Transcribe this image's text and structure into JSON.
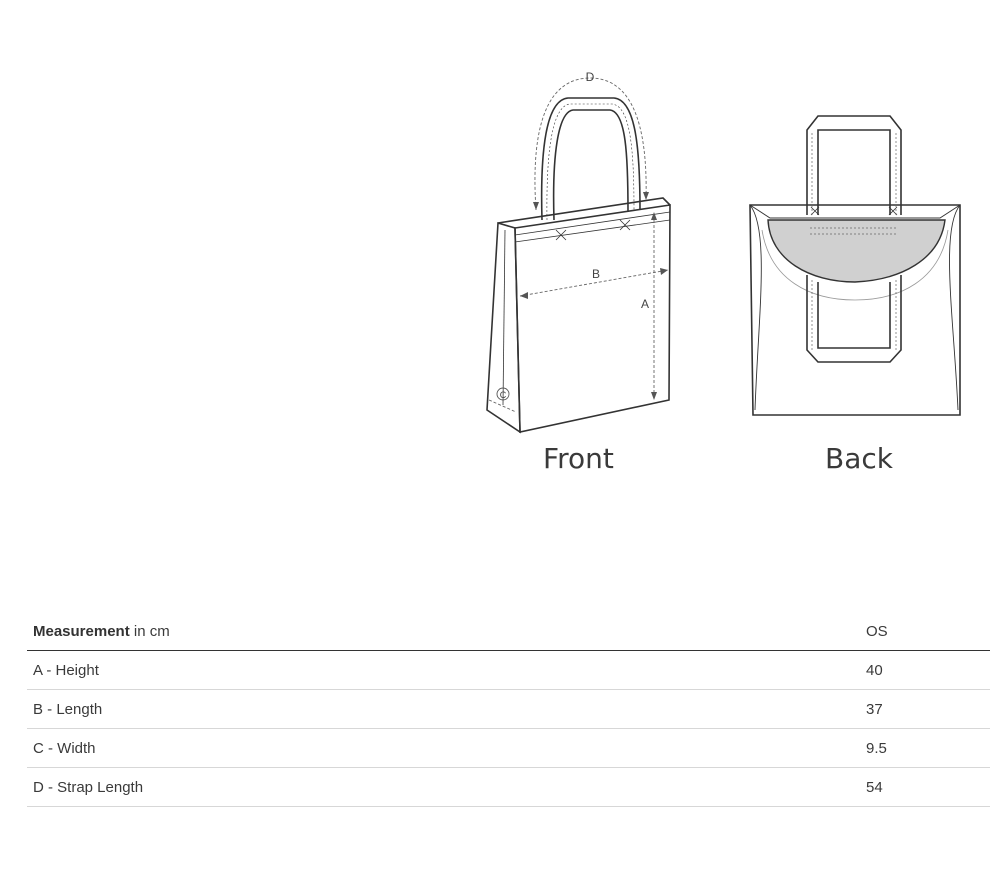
{
  "diagram": {
    "front_caption": "Front",
    "back_caption": "Back",
    "label_a": "A",
    "label_b": "B",
    "label_c": "C",
    "label_d": "D"
  },
  "table": {
    "header_label_bold": "Measurement",
    "header_label_unit": " in cm",
    "header_size": "OS",
    "rows": [
      {
        "label": "A - Height",
        "value": "40"
      },
      {
        "label": "B - Length",
        "value": "37"
      },
      {
        "label": "C - Width",
        "value": "9.5"
      },
      {
        "label": "D - Strap Length",
        "value": "54"
      }
    ]
  }
}
